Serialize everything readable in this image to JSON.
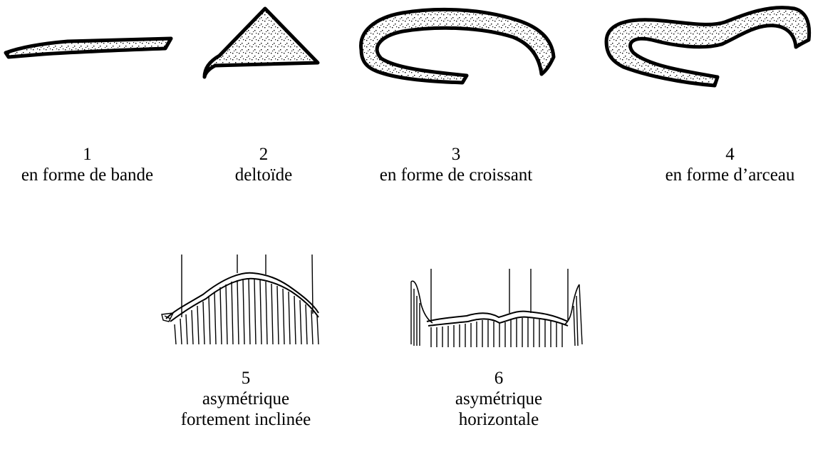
{
  "figures": [
    {
      "number": "1",
      "lines": [
        "en forme de bande"
      ]
    },
    {
      "number": "2",
      "lines": [
        "deltoïde"
      ]
    },
    {
      "number": "3",
      "lines": [
        "en forme de croissant"
      ]
    },
    {
      "number": "4",
      "lines": [
        "en forme d’arceau"
      ]
    },
    {
      "number": "5",
      "lines": [
        "asymétrique",
        "fortement inclinée"
      ]
    },
    {
      "number": "6",
      "lines": [
        "asymétrique",
        "horizontale"
      ]
    }
  ],
  "style": {
    "ink": "#000000",
    "fill": "#f2f2f2"
  }
}
